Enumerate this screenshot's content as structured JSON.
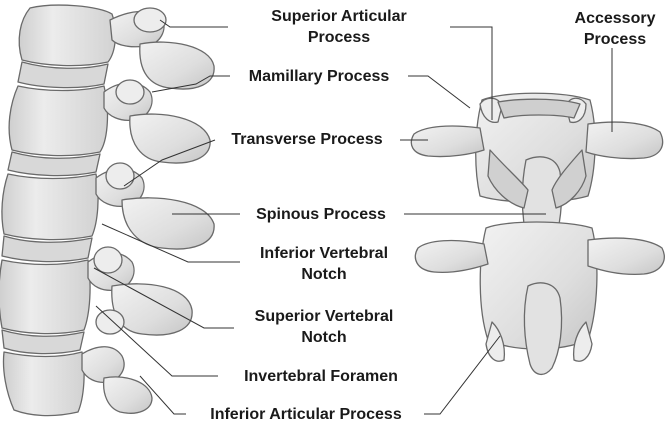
{
  "labels": {
    "superior_articular_process": [
      "Superior Articular",
      "Process"
    ],
    "accessory_process": [
      "Accessory",
      "Process"
    ],
    "mamillary_process": "Mamillary Process",
    "transverse_process": "Transverse Process",
    "spinous_process": "Spinous Process",
    "inferior_vertebral_notch": [
      "Inferior Vertebral",
      "Notch"
    ],
    "superior_vertebral_notch": [
      "Superior Vertebral",
      "Notch"
    ],
    "invertebral_foramen": "Invertebral Foramen",
    "inferior_articular_process": "Inferior Articular Process"
  },
  "colors": {
    "bone_fill": "#e6e6e6",
    "bone_shadow": "#c4c4c4",
    "bone_outline": "#6a6a6a",
    "leader_line": "#333333",
    "label_text": "#1a1a1a"
  }
}
